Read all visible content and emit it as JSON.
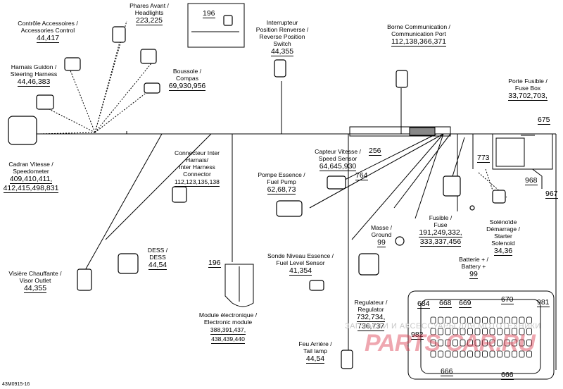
{
  "diagram_code": "43M0915-16",
  "components": {
    "accessories_control": {
      "lines": [
        "Contrôle Accessoires /",
        "Accessories Control"
      ],
      "ref": "44,417"
    },
    "headlights": {
      "lines": [
        "Phares Avant /",
        "Headlights"
      ],
      "ref": "223,225"
    },
    "inset_196": {
      "ref": "196"
    },
    "reverse_switch": {
      "lines": [
        "Interrupteur",
        "Position Renverse /",
        "Reverse Position",
        "Switch"
      ],
      "ref": "44,355"
    },
    "communication_port": {
      "lines": [
        "Borne Communication /",
        "Communication Port"
      ],
      "ref": "112,138,366,371"
    },
    "steering_harness": {
      "lines": [
        "Harnais Guidon /",
        "Steering Harness"
      ],
      "ref": "44,46,383"
    },
    "compass": {
      "lines": [
        "Boussole /",
        "Compas"
      ],
      "ref": "69,930,956"
    },
    "fuse_box": {
      "lines": [
        "Porte Fusible /",
        "Fuse Box"
      ],
      "ref": "33,702,703,"
    },
    "speedometer": {
      "lines": [
        "Cadran Vitesse /",
        "Speedometer"
      ],
      "ref1": "409,410,411,",
      "ref2": "412,415,498,831"
    },
    "inter_harness": {
      "lines": [
        "Connecteur Inter",
        "Harnais/",
        "Inter Harness",
        "Connector"
      ],
      "ref": "112,123,135,138"
    },
    "speed_sensor": {
      "lines": [
        "Capteur Vitesse /",
        "Speed Sensor"
      ],
      "ref": "64,645,930"
    },
    "fuel_pump": {
      "lines": [
        "Pompe Essence /",
        "Fuel Pump"
      ],
      "ref": "62,68,73"
    },
    "fuse": {
      "lines": [
        "Fusible /",
        "Fuse"
      ],
      "ref1": "191,249,332,",
      "ref2": "333,337,456"
    },
    "ground": {
      "lines": [
        "Masse /",
        "Ground"
      ],
      "ref": "99"
    },
    "starter_solenoid": {
      "lines": [
        "Solénoïde",
        "Démarrage /",
        "Starter",
        "Solenoid"
      ],
      "ref": "34,36"
    },
    "battery": {
      "lines": [
        "Batterie + /",
        "Battery +"
      ],
      "ref": "99"
    },
    "dess": {
      "lines": [
        "DESS /",
        "DESS"
      ],
      "ref": "44,54"
    },
    "visor_outlet": {
      "lines": [
        "Visière Chauffante /",
        "Visor Outlet"
      ],
      "ref": "44,355"
    },
    "fuel_level_sensor": {
      "lines": [
        "Sonde Niveau Essence /",
        "Fuel Level Sensor"
      ],
      "ref": "41,354"
    },
    "regulator": {
      "lines": [
        "Regulateur /",
        "Regulator"
      ],
      "ref1": "732,734,",
      "ref2": "736,737"
    },
    "electronic_module": {
      "lines": [
        "Module électronique /",
        "Electronic module"
      ],
      "ref1": "388,391,437,",
      "ref2": "438,439,440"
    },
    "tail_lamp": {
      "lines": [
        "Feu Arrière /",
        "Tail lamp"
      ],
      "ref": "44,54"
    }
  },
  "callouts": {
    "c256": "256",
    "c675": "675",
    "c773": "773",
    "c968": "968",
    "c967": "967",
    "c764": "764",
    "c196": "196",
    "c981": "981",
    "c684": "684",
    "c668": "668",
    "c669": "669",
    "c670": "670",
    "c982": "982",
    "c666a": "666",
    "c666b": "666"
  },
  "watermark_text": "ЗАПЧАСТИ И АКСЕССУАРЫ ДЛЯ МОТОТЕХНИКИ",
  "watermark_brand": "PARTS CAR.RU"
}
